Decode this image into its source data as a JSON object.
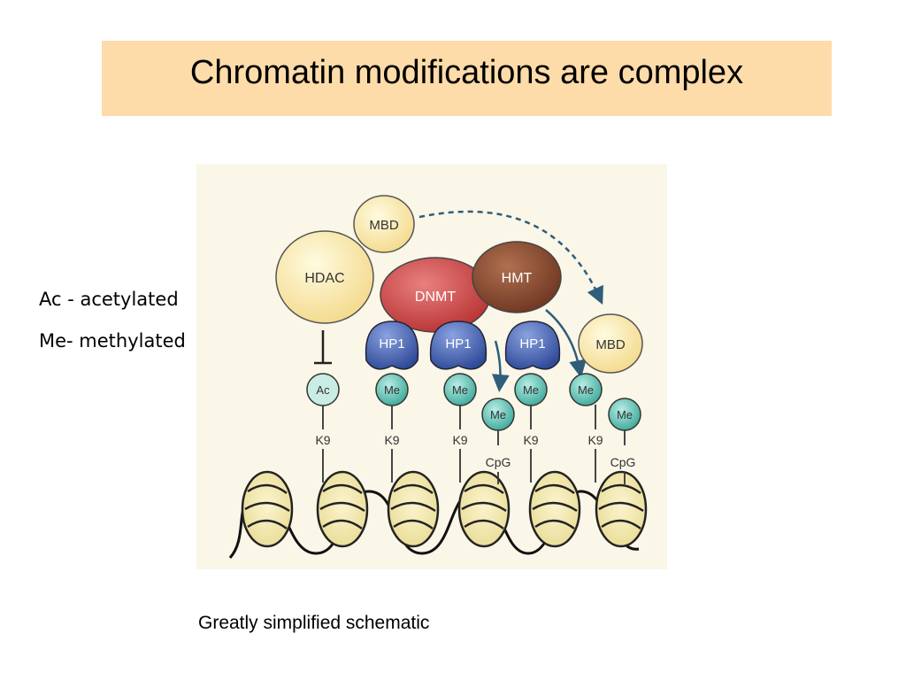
{
  "title": "Chromatin modifications are complex",
  "legend": {
    "acetylated": "Ac - acetylated",
    "methylated": "Me- methylated"
  },
  "caption": "Greatly simplified schematic",
  "diagram": {
    "complex": {
      "mbd_top": "MBD",
      "hdac": "HDAC",
      "dnmt": "DNMT",
      "hmt": "HMT",
      "mbd_right": "MBD"
    },
    "hp1": [
      "HP1",
      "HP1",
      "HP1"
    ],
    "marks": {
      "ac": "Ac",
      "me": "Me"
    },
    "sites": {
      "k9": "K9",
      "cpg": "CpG"
    },
    "colors": {
      "background": "#faf6e8",
      "mbd_hdac": "#fbeaa8",
      "dnmt": "#cc4444",
      "hmt": "#8b4a30",
      "hp1": "#4a66b0",
      "mark": "#6ec8bd",
      "ac_mark": "#c9ece4",
      "title_box": "#fddcaa"
    }
  }
}
